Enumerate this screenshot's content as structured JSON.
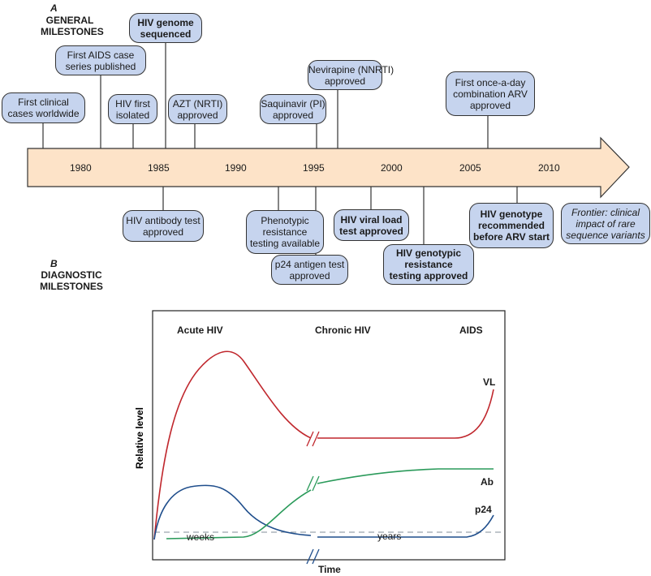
{
  "section_a": {
    "letter": "A",
    "title": [
      "GENERAL",
      "MILESTONES"
    ]
  },
  "section_b": {
    "letter": "B",
    "title": [
      "DIAGNOSTIC",
      "MILESTONES"
    ]
  },
  "years": [
    "1980",
    "1985",
    "1990",
    "1995",
    "2000",
    "2005",
    "2010"
  ],
  "general_milestones": [
    {
      "lines": [
        "First clinical",
        "cases worldwide"
      ]
    },
    {
      "lines": [
        "First AIDS case",
        "series published"
      ]
    },
    {
      "lines": [
        "HIV first",
        "isolated"
      ]
    },
    {
      "lines": [
        "HIV genome",
        "sequenced"
      ]
    },
    {
      "lines": [
        "AZT (NRTI)",
        "approved"
      ]
    },
    {
      "lines": [
        "Saquinavir (PI)",
        "approved"
      ]
    },
    {
      "lines": [
        "Nevirapine (NNRTI)",
        "approved"
      ]
    },
    {
      "lines": [
        "First once-a-day",
        "combination ARV",
        "approved"
      ]
    }
  ],
  "diagnostic_milestones": [
    {
      "lines": [
        "HIV antibody test",
        "approved"
      ]
    },
    {
      "lines": [
        "Phenotypic",
        "resistance",
        "testing available"
      ]
    },
    {
      "lines": [
        "p24 antigen test",
        "approved"
      ]
    },
    {
      "lines": [
        "HIV viral load",
        "test approved"
      ]
    },
    {
      "lines": [
        "HIV genotypic",
        "resistance",
        "testing approved"
      ]
    },
    {
      "lines": [
        "HIV genotype",
        "recommended",
        "before ARV start"
      ]
    },
    {
      "lines": [
        "Frontier: clinical",
        "impact of rare",
        "sequence variants"
      ]
    }
  ],
  "chart": {
    "phases": [
      "Acute HIV",
      "Chronic HIV",
      "AIDS"
    ],
    "series": [
      "VL",
      "Ab",
      "p24"
    ],
    "ylabel": "Relative level",
    "xlabel": "Time",
    "x_segments": [
      "weeks",
      "years"
    ],
    "colors": {
      "VL": "#c0272d",
      "Ab": "#2a9a5a",
      "p24": "#1f4e8c",
      "threshold": "#9aa3ad"
    }
  },
  "colors": {
    "box_fill": "#c6d4ee",
    "arrow_fill": "#fde3c8"
  }
}
